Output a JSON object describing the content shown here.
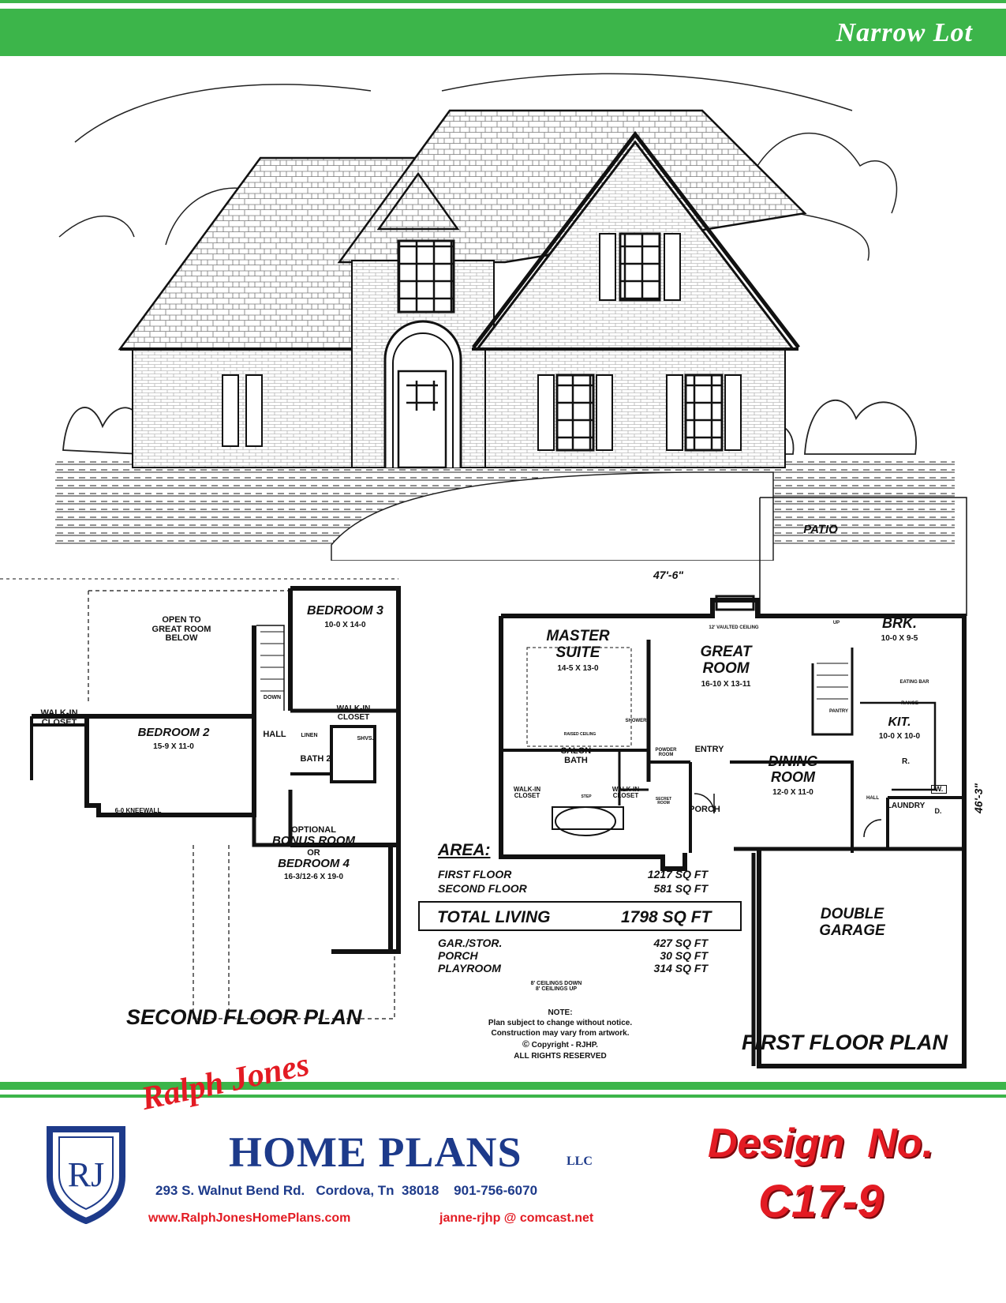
{
  "header": {
    "tag": "Narrow Lot",
    "accent_color": "#3cb54a"
  },
  "second_floor": {
    "title": "SECOND FLOOR PLAN",
    "open_note": [
      "OPEN TO",
      "GREAT ROOM",
      "BELOW"
    ],
    "rooms": {
      "bedroom3_name": "BEDROOM 3",
      "bedroom3_dim": "10-0 X 14-0",
      "bedroom2_name": "BEDROOM 2",
      "bedroom2_dim": "15-9 X 11-0",
      "walkin_left": "WALK-IN CLOSET",
      "walkin_right": "WALK-IN CLOSET",
      "hall": "HALL",
      "linen": "LINEN",
      "shvs": "SHVS.",
      "bath2": "BATH 2",
      "down": "DOWN",
      "bonus_optional": "OPTIONAL",
      "bonus_name": "BONUS ROOM",
      "bonus_or": "OR",
      "bonus_alt": "BEDROOM 4",
      "bonus_dim": "16-3/12-6 X 19-0",
      "kneewall": "6-0 KNEEWALL"
    }
  },
  "first_floor": {
    "title": "FIRST FLOOR PLAN",
    "width_dim": "47'-6\"",
    "depth_dim": "46'-3\"",
    "rooms": {
      "patio": "PATIO",
      "master_name_1": "MASTER",
      "master_name_2": "SUITE",
      "master_dim": "14-5 X 13-0",
      "raised_ceiling": "RAISED CEILING",
      "vaulted": "12' VAULTED CEILING",
      "great_1": "GREAT",
      "great_2": "ROOM",
      "great_dim": "16-10 X 13-11",
      "brk_name": "BRK.",
      "brk_dim": "10-0 X 9-5",
      "eating_bar": "EATING BAR",
      "range": "RANGE",
      "pantry": "PANTRY",
      "up": "UP",
      "kit_name": "KIT.",
      "kit_dim": "10-0 X 10-0",
      "refrigerator": "R.",
      "shower": "SHOWER",
      "salon_1": "SALON",
      "salon_2": "BATH",
      "powder": "POWDER ROOM",
      "entry": "ENTRY",
      "dining_1": "DINING",
      "dining_2": "ROOM",
      "dining_dim": "12-0 X 11-0",
      "walkin_a": "WALK-IN CLOSET",
      "walkin_b": "WALK-IN CLOSET",
      "step": "STEP",
      "secret": "SECRET ROOM",
      "porch": "PORCH",
      "hall": "HALL",
      "laundry": "LAUNDRY",
      "washer": "W.",
      "dryer": "D.",
      "garage_1": "DOUBLE",
      "garage_2": "GARAGE"
    }
  },
  "area": {
    "heading": "AREA:",
    "first_floor": {
      "label": "FIRST FLOOR",
      "value": "1217 SQ FT"
    },
    "second_floor": {
      "label": "SECOND FLOOR",
      "value": "581 SQ FT"
    },
    "total": {
      "label": "TOTAL LIVING",
      "value": "1798 SQ FT"
    },
    "garage": {
      "label": "GAR./STOR.",
      "value": "427 SQ FT"
    },
    "porch": {
      "label": "PORCH",
      "value": "30 SQ FT"
    },
    "playroom": {
      "label": "PLAYROOM",
      "value": "314 SQ FT"
    },
    "ceilings_down": "8' CEILINGS DOWN",
    "ceilings_up": "8' CEILINGS UP"
  },
  "note": {
    "heading": "NOTE:",
    "line1": "Plan subject to change without notice.",
    "line2": "Construction may vary from artwork.",
    "copyright": "Copyright - RJHP.",
    "rights": "ALL RIGHTS RESERVED"
  },
  "footer": {
    "logo_mark": "RJ",
    "script_name": "Ralph Jones",
    "brand": "HOME PLANS",
    "llc": "LLC",
    "address": "293 S. Walnut Bend Rd.   Cordova, Tn  38018    901-756-6070",
    "website": "www.RalphJonesHomePlans.com",
    "email": "janne-rjhp @ comcast.net",
    "design_label": "Design  No.",
    "design_number": "C17-9",
    "brand_red": "#e31b23",
    "brand_navy": "#1d3a8a"
  }
}
